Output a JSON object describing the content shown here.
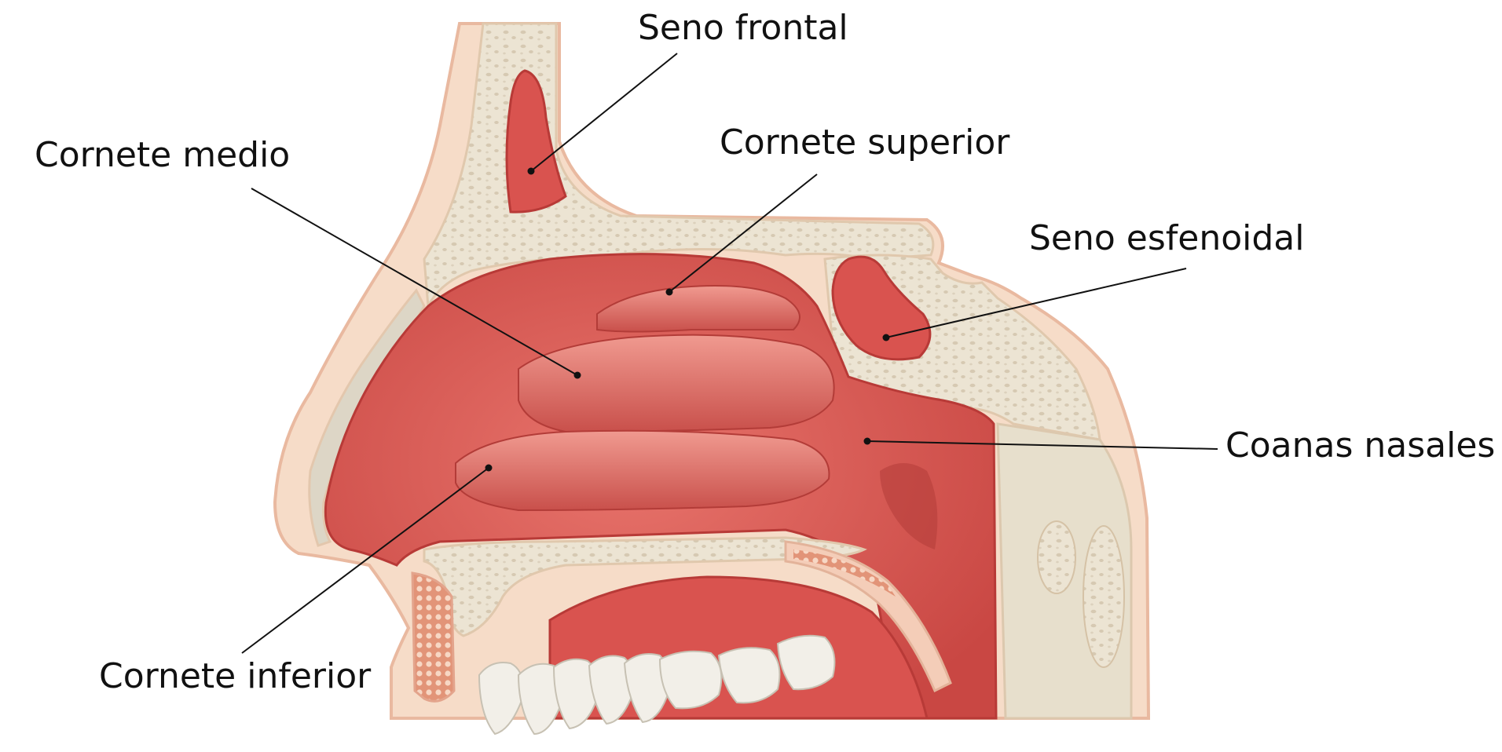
{
  "labels": {
    "seno_frontal": "Seno frontal",
    "cornete_medio": "Cornete medio",
    "cornete_superior": "Cornete superior",
    "seno_esfenoidal": "Seno esfenoidal",
    "coanas_nasales": "Coanas nasales",
    "cornete_inferior": "Cornete inferior"
  },
  "colors": {
    "background": "#ffffff",
    "skin": "#f6dcc8",
    "skin_outline": "#e9b9a0",
    "bone": "#ece4d3",
    "bone_pore": "#d8ccb6",
    "mucosa": "#d9534f",
    "mucosa_dark": "#b83a37",
    "mucosa_light": "#ec8f86",
    "tooth": "#f2efe8",
    "leader_line": "#111111"
  }
}
